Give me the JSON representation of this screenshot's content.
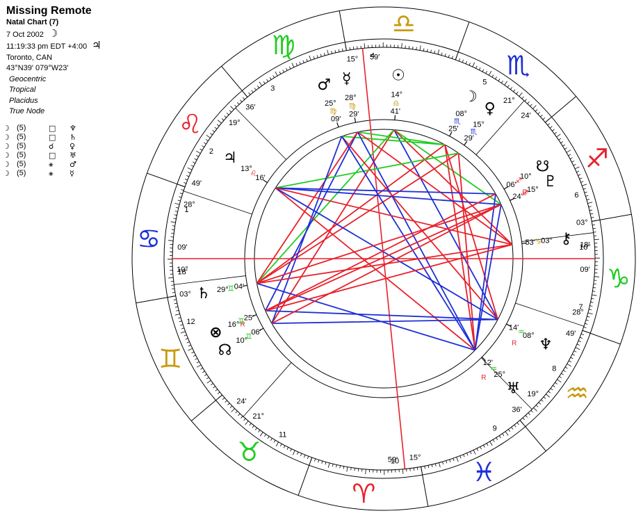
{
  "header": {
    "title": "Missing Remote",
    "subtitle": "Natal Chart (7)",
    "date": "7 Oct 2002",
    "date_glyph": "☽",
    "time": "11:19:33 pm  EDT +4:00",
    "time_glyph": "♃",
    "place": "Toronto, CAN",
    "coords": "43°N39' 079°W23'",
    "options": [
      "Geocentric",
      "Tropical",
      "Placidus",
      "True Node"
    ]
  },
  "aspects": [
    {
      "a": "☽",
      "b": "(5)",
      "c": "□",
      "d": "♆"
    },
    {
      "a": "☽",
      "b": "(5)",
      "c": "□",
      "d": "♄"
    },
    {
      "a": "☽",
      "b": "(5)",
      "c": "☌",
      "d": "♀"
    },
    {
      "a": "☽",
      "b": "(5)",
      "c": "□",
      "d": "♅"
    },
    {
      "a": "☽",
      "b": "(5)",
      "c": "⚹",
      "d": "♂"
    },
    {
      "a": "☽",
      "b": "(5)",
      "c": "⚹",
      "d": "☿"
    }
  ],
  "colors": {
    "red": "#e8202a",
    "blue": "#1c2fd6",
    "green": "#22cc22",
    "gold": "#c89a10",
    "black": "#000000"
  },
  "zodiac": [
    {
      "name": "aries",
      "glyph": "♈",
      "color": "#e8202a",
      "lon": 15
    },
    {
      "name": "taurus",
      "glyph": "♉",
      "color": "#22cc22",
      "lon": 45
    },
    {
      "name": "gemini",
      "glyph": "♊",
      "color": "#c89a10",
      "lon": 75
    },
    {
      "name": "cancer",
      "glyph": "♋",
      "color": "#1c2fd6",
      "lon": 105
    },
    {
      "name": "leo",
      "glyph": "♌",
      "color": "#e8202a",
      "lon": 135
    },
    {
      "name": "virgo",
      "glyph": "♍",
      "color": "#22cc22",
      "lon": 165
    },
    {
      "name": "libra",
      "glyph": "♎",
      "color": "#c89a10",
      "lon": 195
    },
    {
      "name": "scorpio",
      "glyph": "♏",
      "color": "#1c2fd6",
      "lon": 225
    },
    {
      "name": "sagittarius",
      "glyph": "♐",
      "color": "#e8202a",
      "lon": 255
    },
    {
      "name": "capricorn",
      "glyph": "♑",
      "color": "#22cc22",
      "lon": 285
    },
    {
      "name": "aquarius",
      "glyph": "♒",
      "color": "#c89a10",
      "lon": 315
    },
    {
      "name": "pisces",
      "glyph": "♓",
      "color": "#1c2fd6",
      "lon": 345
    }
  ],
  "house_numbers": [
    {
      "label": "1",
      "lon": 114
    },
    {
      "label": "2",
      "lon": 132
    },
    {
      "label": "3",
      "lon": 157
    },
    {
      "label": "4",
      "lon": 187
    },
    {
      "label": "5",
      "lon": 220
    },
    {
      "label": "6",
      "lon": 262
    },
    {
      "label": "7",
      "lon": 294
    },
    {
      "label": "8",
      "lon": 313
    },
    {
      "label": "9",
      "lon": 337
    },
    {
      "label": "10",
      "lon": 7
    },
    {
      "label": "11",
      "lon": 40
    },
    {
      "label": "12",
      "lon": 82
    }
  ],
  "cusps": [
    {
      "lon": 100.15
    },
    {
      "lon": 118.8
    },
    {
      "lon": 145.6
    },
    {
      "lon": 184.4
    },
    {
      "lon": 231.8
    },
    {
      "lon": 273.1
    },
    {
      "lon": 280.15
    },
    {
      "lon": 298.8
    },
    {
      "lon": 325.6
    },
    {
      "lon": 4.4
    },
    {
      "lon": 51.8
    },
    {
      "lon": 93.1
    }
  ],
  "cusp_labels": [
    {
      "deg": "10°",
      "min": "09'"
    },
    {
      "deg": "28°",
      "min": "49'"
    },
    {
      "deg": "19°",
      "min": "36'"
    },
    {
      "deg": "15°",
      "min": "59'"
    },
    {
      "deg": "21°",
      "min": "24'"
    },
    {
      "deg": "03°",
      "min": "18'"
    },
    {
      "deg": "10°",
      "min": "09'"
    },
    {
      "deg": "28°",
      "min": "49'"
    },
    {
      "deg": "19°",
      "min": "36'"
    },
    {
      "deg": "15°",
      "min": "59'"
    },
    {
      "deg": "21°",
      "min": "24'"
    },
    {
      "deg": "03°",
      "min": "18'"
    }
  ],
  "planets": [
    {
      "name": "sun",
      "glyph": "☉",
      "deg": "14°",
      "sign": "♎",
      "min": "41'",
      "color": "#c89a10",
      "lon": 194.7
    },
    {
      "name": "moon",
      "glyph": "☽",
      "deg": "08°",
      "sign": "♏",
      "min": "25'",
      "color": "#1c2fd6",
      "lon": 218.4
    },
    {
      "name": "mercury",
      "glyph": "☿",
      "deg": "28°",
      "sign": "♍",
      "min": "29'",
      "color": "#c89a10",
      "lon": 178.5
    },
    {
      "name": "venus",
      "glyph": "♀",
      "deg": "15°",
      "sign": "♏",
      "min": "29'",
      "color": "#1c2fd6",
      "lon": 225.5
    },
    {
      "name": "mars",
      "glyph": "♂",
      "deg": "25°",
      "sign": "♍",
      "min": "09'",
      "color": "#c89a10",
      "lon": 171.2
    },
    {
      "name": "jupiter",
      "glyph": "♃",
      "deg": "13°",
      "sign": "♌",
      "min": "16'",
      "color": "#e8202a",
      "lon": 133.3
    },
    {
      "name": "saturn",
      "glyph": "♄",
      "deg": "29°",
      "sign": "♊",
      "min": "04'",
      "color": "#22cc22",
      "lon": 89.1
    },
    {
      "name": "uranus",
      "glyph": "♅",
      "deg": "25°",
      "sign": "♒",
      "min": "12'",
      "color": "#22cc22",
      "retro": "R",
      "lon": 325.2
    },
    {
      "name": "neptune",
      "glyph": "♆",
      "deg": "08°",
      "sign": "♒",
      "min": "14'",
      "color": "#22cc22",
      "retro": "R",
      "lon": 308.2
    },
    {
      "name": "pluto",
      "glyph": "♇",
      "deg": "15°",
      "sign": "♐",
      "min": "24'",
      "color": "#e8202a",
      "lon": 255.4
    },
    {
      "name": "chiron",
      "glyph": "⚷",
      "deg": "03°",
      "sign": "♑",
      "min": "53'",
      "color": "#c89a10",
      "lon": 273.9
    },
    {
      "name": "south-node",
      "glyph": "☋",
      "deg": "10°",
      "sign": "♐",
      "min": "06'",
      "color": "#e8202a",
      "retro": "R",
      "lon": 250.1
    },
    {
      "name": "north-node",
      "glyph": "☊",
      "deg": "10°",
      "sign": "♊",
      "min": "06'",
      "color": "#22cc22",
      "retro": "R",
      "lon": 70.1
    },
    {
      "name": "part-of-fortune",
      "glyph": "⊗",
      "deg": "16°",
      "sign": "♊",
      "min": "25'",
      "color": "#22cc22",
      "lon": 76.4
    }
  ],
  "aspect_lines": [
    {
      "a": "sun",
      "b": "north-node",
      "color": "#e8202a"
    },
    {
      "a": "sun",
      "b": "saturn",
      "color": "#22cc22"
    },
    {
      "a": "sun",
      "b": "neptune",
      "color": "#1c2fd6"
    },
    {
      "a": "sun",
      "b": "pluto",
      "color": "#22cc22"
    },
    {
      "a": "sun",
      "b": "chiron",
      "color": "#e8202a"
    },
    {
      "a": "moon",
      "b": "neptune",
      "color": "#e8202a"
    },
    {
      "a": "moon",
      "b": "saturn",
      "color": "#e8202a"
    },
    {
      "a": "moon",
      "b": "uranus",
      "color": "#e8202a"
    },
    {
      "a": "moon",
      "b": "mars",
      "color": "#22cc22"
    },
    {
      "a": "moon",
      "b": "mercury",
      "color": "#22cc22"
    },
    {
      "a": "mercury",
      "b": "part-of-fortune",
      "color": "#1c2fd6"
    },
    {
      "a": "mercury",
      "b": "chiron",
      "color": "#e8202a"
    },
    {
      "a": "mercury",
      "b": "uranus",
      "color": "#1c2fd6"
    },
    {
      "a": "mercury",
      "b": "saturn",
      "color": "#e8202a"
    },
    {
      "a": "venus",
      "b": "uranus",
      "color": "#e8202a"
    },
    {
      "a": "venus",
      "b": "saturn",
      "color": "#e8202a"
    },
    {
      "a": "venus",
      "b": "jupiter",
      "color": "#22cc22"
    },
    {
      "a": "mars",
      "b": "north-node",
      "color": "#1c2fd6"
    },
    {
      "a": "mars",
      "b": "neptune",
      "color": "#e8202a"
    },
    {
      "a": "mars",
      "b": "uranus",
      "color": "#1c2fd6"
    },
    {
      "a": "jupiter",
      "b": "uranus",
      "color": "#e8202a"
    },
    {
      "a": "jupiter",
      "b": "neptune",
      "color": "#1c2fd6"
    },
    {
      "a": "jupiter",
      "b": "south-node",
      "color": "#1c2fd6"
    },
    {
      "a": "jupiter",
      "b": "pluto",
      "color": "#1c2fd6"
    },
    {
      "a": "jupiter",
      "b": "chiron",
      "color": "#e8202a"
    },
    {
      "a": "saturn",
      "b": "chiron",
      "color": "#e8202a"
    },
    {
      "a": "saturn",
      "b": "uranus",
      "color": "#1c2fd6"
    },
    {
      "a": "saturn",
      "b": "pluto",
      "color": "#e8202a"
    },
    {
      "a": "neptune",
      "b": "north-node",
      "color": "#1c2fd6"
    },
    {
      "a": "neptune",
      "b": "part-of-fortune",
      "color": "#1c2fd6"
    },
    {
      "a": "uranus",
      "b": "pluto",
      "color": "#1c2fd6"
    },
    {
      "a": "uranus",
      "b": "south-node",
      "color": "#1c2fd6"
    },
    {
      "a": "pluto",
      "b": "north-node",
      "color": "#e8202a"
    },
    {
      "a": "pluto",
      "b": "part-of-fortune",
      "color": "#e8202a"
    },
    {
      "a": "chiron",
      "b": "part-of-fortune",
      "color": "#e8202a"
    },
    {
      "a": "south-node",
      "b": "part-of-fortune",
      "color": "#e8202a"
    }
  ]
}
